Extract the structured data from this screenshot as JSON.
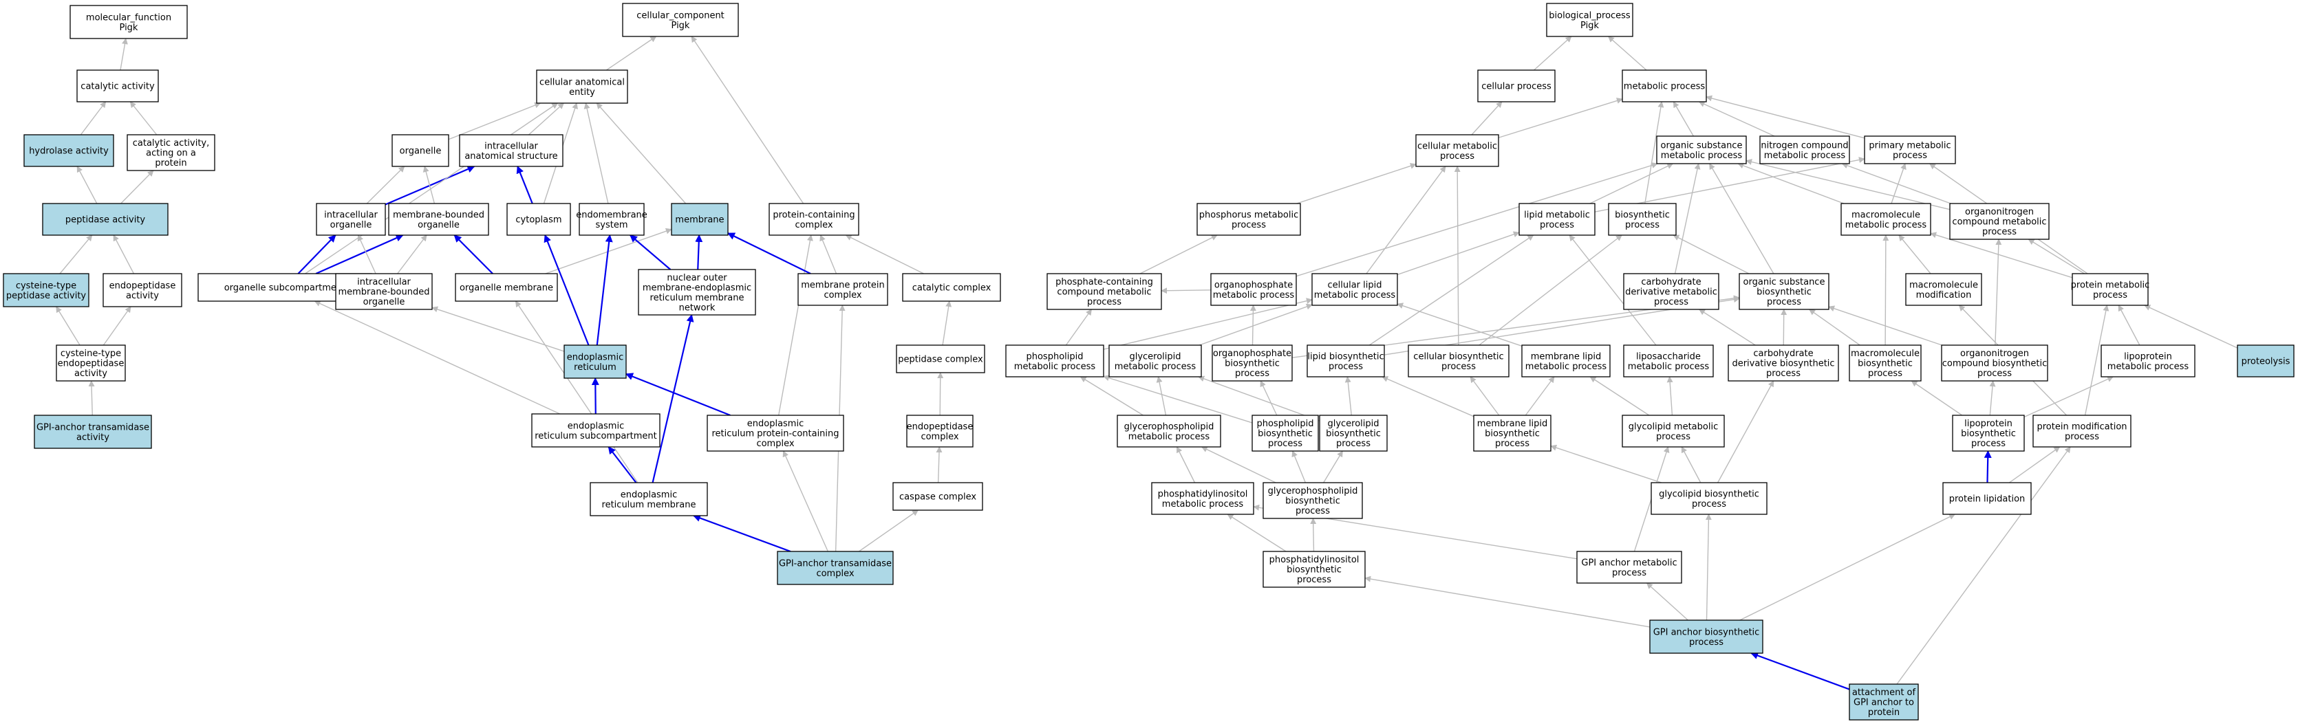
{
  "colors": {
    "highlight": "#add8e6",
    "node_fill": "#ffffff",
    "node_border": "#000000",
    "edge_gray": "#bbbbbb",
    "edge_blue": "#0000ee"
  },
  "nodes": [
    {
      "id": "mf",
      "lines": [
        "molecular_function",
        "Pigk"
      ]
    },
    {
      "id": "cat",
      "lines": [
        "catalytic activity"
      ]
    },
    {
      "id": "hyd",
      "lines": [
        "hydrolase activity"
      ],
      "hl": true
    },
    {
      "id": "catprot",
      "lines": [
        "catalytic activity,",
        "acting on a",
        "protein"
      ]
    },
    {
      "id": "pep",
      "lines": [
        "peptidase activity"
      ],
      "hl": true
    },
    {
      "id": "cyspep",
      "lines": [
        "cysteine-type",
        "peptidase activity"
      ],
      "hl": true
    },
    {
      "id": "endopep",
      "lines": [
        "endopeptidase",
        "activity"
      ]
    },
    {
      "id": "cysendo",
      "lines": [
        "cysteine-type",
        "endopeptidase",
        "activity"
      ]
    },
    {
      "id": "gpitact",
      "lines": [
        "GPI-anchor transamidase",
        "activity"
      ],
      "hl": true
    },
    {
      "id": "cc",
      "lines": [
        "cellular_component",
        "Pigk"
      ]
    },
    {
      "id": "cae",
      "lines": [
        "cellular anatomical",
        "entity"
      ]
    },
    {
      "id": "organelle",
      "lines": [
        "organelle"
      ]
    },
    {
      "id": "ias",
      "lines": [
        "intracellular",
        "anatomical structure"
      ]
    },
    {
      "id": "intorg",
      "lines": [
        "intracellular",
        "organelle"
      ]
    },
    {
      "id": "mbo",
      "lines": [
        "membrane-bounded",
        "organelle"
      ]
    },
    {
      "id": "cyto",
      "lines": [
        "cytoplasm"
      ]
    },
    {
      "id": "endosys",
      "lines": [
        "endomembrane",
        "system"
      ]
    },
    {
      "id": "membrane",
      "lines": [
        "membrane"
      ],
      "hl": true
    },
    {
      "id": "orgsub",
      "lines": [
        "organelle subcompartment"
      ]
    },
    {
      "id": "imbo",
      "lines": [
        "intracellular",
        "membrane-bounded",
        "organelle"
      ]
    },
    {
      "id": "orgmem",
      "lines": [
        "organelle membrane"
      ]
    },
    {
      "id": "nucouter",
      "lines": [
        "nuclear outer",
        "membrane-endoplasmic",
        "reticulum membrane",
        "network"
      ]
    },
    {
      "id": "er",
      "lines": [
        "endoplasmic",
        "reticulum"
      ],
      "hl": true
    },
    {
      "id": "ersub",
      "lines": [
        "endoplasmic",
        "reticulum subcompartment"
      ]
    },
    {
      "id": "ermem",
      "lines": [
        "endoplasmic",
        "reticulum membrane"
      ]
    },
    {
      "id": "erpcc",
      "lines": [
        "endoplasmic",
        "reticulum protein-containing",
        "complex"
      ]
    },
    {
      "id": "pcc",
      "lines": [
        "protein-containing",
        "complex"
      ]
    },
    {
      "id": "mpc",
      "lines": [
        "membrane protein",
        "complex"
      ]
    },
    {
      "id": "catcomp",
      "lines": [
        "catalytic complex"
      ]
    },
    {
      "id": "pepcomp",
      "lines": [
        "peptidase complex"
      ]
    },
    {
      "id": "endopepcomp",
      "lines": [
        "endopeptidase",
        "complex"
      ]
    },
    {
      "id": "caspase",
      "lines": [
        "caspase complex"
      ]
    },
    {
      "id": "gpitcomp",
      "lines": [
        "GPI-anchor transamidase",
        "complex"
      ],
      "hl": true
    },
    {
      "id": "bp",
      "lines": [
        "biological_process",
        "Pigk"
      ]
    },
    {
      "id": "cellproc",
      "lines": [
        "cellular process"
      ]
    },
    {
      "id": "metab",
      "lines": [
        "metabolic process"
      ]
    },
    {
      "id": "cellmetab",
      "lines": [
        "cellular metabolic",
        "process"
      ]
    },
    {
      "id": "osm",
      "lines": [
        "organic substance",
        "metabolic process"
      ]
    },
    {
      "id": "ncm",
      "lines": [
        "nitrogen compound",
        "metabolic process"
      ]
    },
    {
      "id": "pmp",
      "lines": [
        "primary metabolic",
        "process"
      ]
    },
    {
      "id": "phosmetab",
      "lines": [
        "phosphorus metabolic",
        "process"
      ]
    },
    {
      "id": "lipmetab",
      "lines": [
        "lipid metabolic",
        "process"
      ]
    },
    {
      "id": "biosyn",
      "lines": [
        "biosynthetic",
        "process"
      ]
    },
    {
      "id": "macromet",
      "lines": [
        "macromolecule",
        "metabolic process"
      ]
    },
    {
      "id": "orgnitmet",
      "lines": [
        "organonitrogen",
        "compound metabolic",
        "process"
      ]
    },
    {
      "id": "pcmet",
      "lines": [
        "phosphate-containing",
        "compound metabolic",
        "process"
      ]
    },
    {
      "id": "orgphos",
      "lines": [
        "organophosphate",
        "metabolic process"
      ]
    },
    {
      "id": "clm",
      "lines": [
        "cellular lipid",
        "metabolic process"
      ]
    },
    {
      "id": "cdm",
      "lines": [
        "carbohydrate",
        "derivative metabolic",
        "process"
      ]
    },
    {
      "id": "osb",
      "lines": [
        "organic substance",
        "biosynthetic",
        "process"
      ]
    },
    {
      "id": "macromod",
      "lines": [
        "macromolecule",
        "modification"
      ]
    },
    {
      "id": "protmet",
      "lines": [
        "protein metabolic",
        "process"
      ]
    },
    {
      "id": "proteolysis",
      "lines": [
        "proteolysis"
      ],
      "hl": true
    },
    {
      "id": "phosmet",
      "lines": [
        "phospholipid",
        "metabolic process"
      ]
    },
    {
      "id": "glymet",
      "lines": [
        "glycerolipid",
        "metabolic process"
      ]
    },
    {
      "id": "orgphosbio",
      "lines": [
        "organophosphate",
        "biosynthetic",
        "process"
      ]
    },
    {
      "id": "lipbio",
      "lines": [
        "lipid biosynthetic",
        "process"
      ]
    },
    {
      "id": "cellbio",
      "lines": [
        "cellular biosynthetic",
        "process"
      ]
    },
    {
      "id": "memlipmet",
      "lines": [
        "membrane lipid",
        "metabolic process"
      ]
    },
    {
      "id": "liposac",
      "lines": [
        "liposaccharide",
        "metabolic process"
      ]
    },
    {
      "id": "cdb",
      "lines": [
        "carbohydrate",
        "derivative biosynthetic",
        "process"
      ]
    },
    {
      "id": "macrobio",
      "lines": [
        "macromolecule",
        "biosynthetic",
        "process"
      ]
    },
    {
      "id": "orgnitbio",
      "lines": [
        "organonitrogen",
        "compound biosynthetic",
        "process"
      ]
    },
    {
      "id": "lipoprotmet",
      "lines": [
        "lipoprotein",
        "metabolic process"
      ]
    },
    {
      "id": "gpmet",
      "lines": [
        "glycerophospholipid",
        "metabolic process"
      ]
    },
    {
      "id": "phosbio",
      "lines": [
        "phospholipid",
        "biosynthetic",
        "process"
      ]
    },
    {
      "id": "glybio",
      "lines": [
        "glycerolipid",
        "biosynthetic",
        "process"
      ]
    },
    {
      "id": "memlipbio",
      "lines": [
        "membrane lipid",
        "biosynthetic",
        "process"
      ]
    },
    {
      "id": "glycolipmet",
      "lines": [
        "glycolipid metabolic",
        "process"
      ]
    },
    {
      "id": "lipoprotbio",
      "lines": [
        "lipoprotein",
        "biosynthetic",
        "process"
      ]
    },
    {
      "id": "protmod",
      "lines": [
        "protein modification",
        "process"
      ]
    },
    {
      "id": "pimet",
      "lines": [
        "phosphatidylinositol",
        "metabolic process"
      ]
    },
    {
      "id": "gpbio",
      "lines": [
        "glycerophospholipid",
        "biosynthetic",
        "process"
      ]
    },
    {
      "id": "glycolipbio",
      "lines": [
        "glycolipid biosynthetic",
        "process"
      ]
    },
    {
      "id": "protlip",
      "lines": [
        "protein lipidation"
      ]
    },
    {
      "id": "pibio",
      "lines": [
        "phosphatidylinositol",
        "biosynthetic",
        "process"
      ]
    },
    {
      "id": "gpianchmet",
      "lines": [
        "GPI anchor metabolic",
        "process"
      ]
    },
    {
      "id": "gpibio",
      "lines": [
        "GPI anchor biosynthetic",
        "process"
      ],
      "hl": true
    },
    {
      "id": "attach",
      "lines": [
        "attachment of",
        "GPI anchor to",
        "protein"
      ],
      "hl": true
    }
  ],
  "edges": [
    [
      "cat",
      "mf",
      "g"
    ],
    [
      "hyd",
      "cat",
      "g"
    ],
    [
      "catprot",
      "cat",
      "g"
    ],
    [
      "pep",
      "hyd",
      "g"
    ],
    [
      "pep",
      "catprot",
      "g"
    ],
    [
      "cyspep",
      "pep",
      "g"
    ],
    [
      "endopep",
      "pep",
      "g"
    ],
    [
      "cysendo",
      "cyspep",
      "g"
    ],
    [
      "cysendo",
      "endopep",
      "g"
    ],
    [
      "gpitact",
      "cysendo",
      "g"
    ],
    [
      "cae",
      "cc",
      "g"
    ],
    [
      "pcc",
      "cc",
      "g"
    ],
    [
      "organelle",
      "cae",
      "g"
    ],
    [
      "ias",
      "cae",
      "g"
    ],
    [
      "cyto",
      "cae",
      "g"
    ],
    [
      "endosys",
      "cae",
      "g"
    ],
    [
      "membrane",
      "cae",
      "g"
    ],
    [
      "intorg",
      "organelle",
      "g"
    ],
    [
      "intorg",
      "ias",
      "b"
    ],
    [
      "mbo",
      "organelle",
      "g"
    ],
    [
      "cyto",
      "ias",
      "b"
    ],
    [
      "orgsub",
      "cae",
      "g"
    ],
    [
      "orgsub",
      "intorg",
      "b"
    ],
    [
      "orgsub",
      "mbo",
      "b"
    ],
    [
      "imbo",
      "intorg",
      "g"
    ],
    [
      "imbo",
      "mbo",
      "g"
    ],
    [
      "orgmem",
      "mbo",
      "b"
    ],
    [
      "orgmem",
      "membrane",
      "g"
    ],
    [
      "nucouter",
      "endosys",
      "b"
    ],
    [
      "nucouter",
      "membrane",
      "b"
    ],
    [
      "er",
      "imbo",
      "g"
    ],
    [
      "er",
      "cyto",
      "b"
    ],
    [
      "er",
      "endosys",
      "b"
    ],
    [
      "ersub",
      "orgsub",
      "g"
    ],
    [
      "ersub",
      "er",
      "b"
    ],
    [
      "ermem",
      "orgmem",
      "g"
    ],
    [
      "ermem",
      "ersub",
      "b"
    ],
    [
      "ermem",
      "nucouter",
      "b"
    ],
    [
      "erpcc",
      "er",
      "b"
    ],
    [
      "erpcc",
      "pcc",
      "g"
    ],
    [
      "mpc",
      "pcc",
      "g"
    ],
    [
      "mpc",
      "membrane",
      "b"
    ],
    [
      "catcomp",
      "pcc",
      "g"
    ],
    [
      "pepcomp",
      "catcomp",
      "g"
    ],
    [
      "endopepcomp",
      "pepcomp",
      "g"
    ],
    [
      "caspase",
      "endopepcomp",
      "g"
    ],
    [
      "gpitcomp",
      "ermem",
      "b"
    ],
    [
      "gpitcomp",
      "erpcc",
      "g"
    ],
    [
      "gpitcomp",
      "mpc",
      "g"
    ],
    [
      "gpitcomp",
      "caspase",
      "g"
    ],
    [
      "cellproc",
      "bp",
      "g"
    ],
    [
      "metab",
      "bp",
      "g"
    ],
    [
      "cellmetab",
      "cellproc",
      "g"
    ],
    [
      "cellmetab",
      "metab",
      "g"
    ],
    [
      "osm",
      "metab",
      "g"
    ],
    [
      "ncm",
      "metab",
      "g"
    ],
    [
      "pmp",
      "metab",
      "g"
    ],
    [
      "phosmetab",
      "cellmetab",
      "g"
    ],
    [
      "lipmetab",
      "osm",
      "g"
    ],
    [
      "lipmetab",
      "pmp",
      "g"
    ],
    [
      "biosyn",
      "metab",
      "g"
    ],
    [
      "macromet",
      "osm",
      "g"
    ],
    [
      "macromet",
      "pmp",
      "g"
    ],
    [
      "orgnitmet",
      "osm",
      "g"
    ],
    [
      "orgnitmet",
      "ncm",
      "g"
    ],
    [
      "pcmet",
      "phosmetab",
      "g"
    ],
    [
      "orgphos",
      "pcmet",
      "g"
    ],
    [
      "orgphos",
      "osm",
      "g"
    ],
    [
      "clm",
      "cellmetab",
      "g"
    ],
    [
      "clm",
      "lipmetab",
      "g"
    ],
    [
      "cdm",
      "osm",
      "g"
    ],
    [
      "osb",
      "osm",
      "g"
    ],
    [
      "osb",
      "biosyn",
      "g"
    ],
    [
      "macromod",
      "macromet",
      "g"
    ],
    [
      "protmet",
      "macromet",
      "g"
    ],
    [
      "protmet",
      "orgnitmet",
      "g"
    ],
    [
      "protmet",
      "pmp",
      "g"
    ],
    [
      "proteolysis",
      "protmet",
      "g"
    ],
    [
      "phosmet",
      "pcmet",
      "g"
    ],
    [
      "phosmet",
      "clm",
      "g"
    ],
    [
      "glymet",
      "clm",
      "g"
    ],
    [
      "orgphosbio",
      "orgphos",
      "g"
    ],
    [
      "orgphosbio",
      "osb",
      "g"
    ],
    [
      "lipbio",
      "lipmetab",
      "g"
    ],
    [
      "lipbio",
      "osb",
      "g"
    ],
    [
      "cellbio",
      "cellmetab",
      "g"
    ],
    [
      "cellbio",
      "biosyn",
      "g"
    ],
    [
      "memlipmet",
      "clm",
      "g"
    ],
    [
      "liposac",
      "lipmetab",
      "g"
    ],
    [
      "cdb",
      "cdm",
      "g"
    ],
    [
      "cdb",
      "osb",
      "g"
    ],
    [
      "macrobio",
      "macromet",
      "g"
    ],
    [
      "macrobio",
      "osb",
      "g"
    ],
    [
      "orgnitbio",
      "orgnitmet",
      "g"
    ],
    [
      "orgnitbio",
      "osb",
      "g"
    ],
    [
      "lipoprotmet",
      "protmet",
      "g"
    ],
    [
      "gpmet",
      "phosmet",
      "g"
    ],
    [
      "gpmet",
      "glymet",
      "g"
    ],
    [
      "phosbio",
      "phosmet",
      "g"
    ],
    [
      "phosbio",
      "orgphosbio",
      "g"
    ],
    [
      "glybio",
      "glymet",
      "g"
    ],
    [
      "glybio",
      "lipbio",
      "g"
    ],
    [
      "memlipbio",
      "memlipmet",
      "g"
    ],
    [
      "memlipbio",
      "lipbio",
      "g"
    ],
    [
      "memlipbio",
      "cellbio",
      "g"
    ],
    [
      "glycolipmet",
      "liposac",
      "g"
    ],
    [
      "glycolipmet",
      "memlipmet",
      "g"
    ],
    [
      "lipoprotbio",
      "macrobio",
      "g"
    ],
    [
      "lipoprotbio",
      "orgnitbio",
      "g"
    ],
    [
      "lipoprotbio",
      "lipoprotmet",
      "g"
    ],
    [
      "protmod",
      "macromod",
      "g"
    ],
    [
      "protmod",
      "protmet",
      "g"
    ],
    [
      "pimet",
      "gpmet",
      "g"
    ],
    [
      "gpbio",
      "gpmet",
      "g"
    ],
    [
      "gpbio",
      "phosbio",
      "g"
    ],
    [
      "gpbio",
      "glybio",
      "g"
    ],
    [
      "glycolipbio",
      "glycolipmet",
      "g"
    ],
    [
      "glycolipbio",
      "memlipbio",
      "g"
    ],
    [
      "glycolipbio",
      "cdb",
      "g"
    ],
    [
      "protlip",
      "protmod",
      "g"
    ],
    [
      "protlip",
      "lipoprotbio",
      "b"
    ],
    [
      "pibio",
      "pimet",
      "g"
    ],
    [
      "pibio",
      "gpbio",
      "g"
    ],
    [
      "gpianchmet",
      "glycolipmet",
      "g"
    ],
    [
      "gpianchmet",
      "pimet",
      "g"
    ],
    [
      "gpibio",
      "gpianchmet",
      "g"
    ],
    [
      "gpibio",
      "pibio",
      "g"
    ],
    [
      "gpibio",
      "glycolipbio",
      "g"
    ],
    [
      "gpibio",
      "protlip",
      "g"
    ],
    [
      "attach",
      "gpibio",
      "b"
    ],
    [
      "attach",
      "protmod",
      "g"
    ]
  ]
}
